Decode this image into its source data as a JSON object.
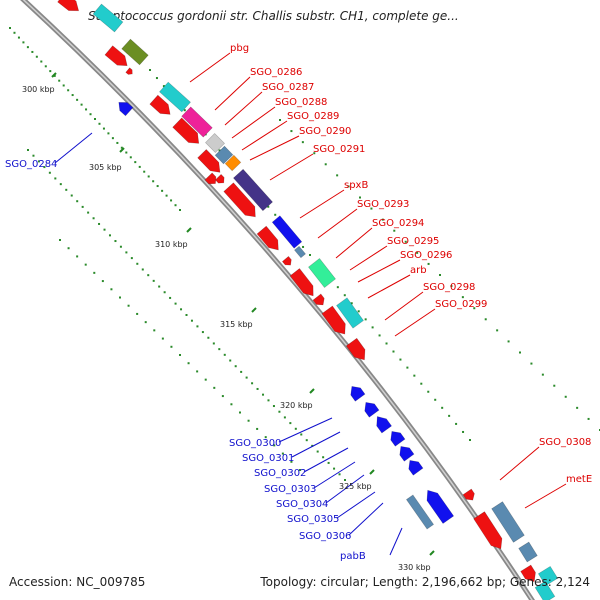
{
  "header": {
    "title": "Streptococcus gordonii str. Challis substr. CH1, complete ge..."
  },
  "footer": {
    "accession": "Accession: NC_009785",
    "stats": "Topology: circular; Length: 2,196,662 bp; Genes: 2,124"
  },
  "map": {
    "ticks": [
      "300 kbp",
      "305 kbp",
      "310 kbp",
      "315 kbp",
      "320 kbp",
      "325 kbp",
      "330 kbp"
    ],
    "forward_genes": [
      "pbg",
      "SGO_0286",
      "SGO_0287",
      "SGO_0288",
      "SGO_0289",
      "SGO_0290",
      "SGO_0291",
      "spxB",
      "SGO_0293",
      "SGO_0294",
      "SGO_0295",
      "SGO_0296",
      "arb",
      "SGO_0298",
      "SGO_0299",
      "SGO_0308",
      "metE"
    ],
    "reverse_genes": [
      "SGO_0284",
      "SGO_0300",
      "SGO_0301",
      "SGO_0302",
      "SGO_0303",
      "SGO_0304",
      "SGO_0305",
      "SGO_0306",
      "pabB"
    ],
    "colors": {
      "forward_label": "#dd0000",
      "reverse_label": "#1010cc",
      "backbone": "#888888",
      "tick": "#228822",
      "cds": "#ee1111",
      "reverse_cds": "#1111ee"
    }
  }
}
